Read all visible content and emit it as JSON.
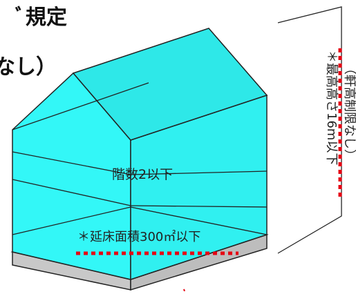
{
  "heading": {
    "line1": "ﾞ規定",
    "line2": "なし）"
  },
  "house": {
    "floors_label": "階数2以下",
    "floor_area_label": "＊延床面積300㎡以下",
    "height_label": "＊最高高さ16m以下",
    "height_note": "（軒高制限なし）"
  },
  "colors": {
    "wall_fill": "#33f7f7",
    "roof_fill": "#2ee8e8",
    "base_fill": "#cccccc",
    "outline": "#222222",
    "dotted_accent": "#e60012"
  }
}
